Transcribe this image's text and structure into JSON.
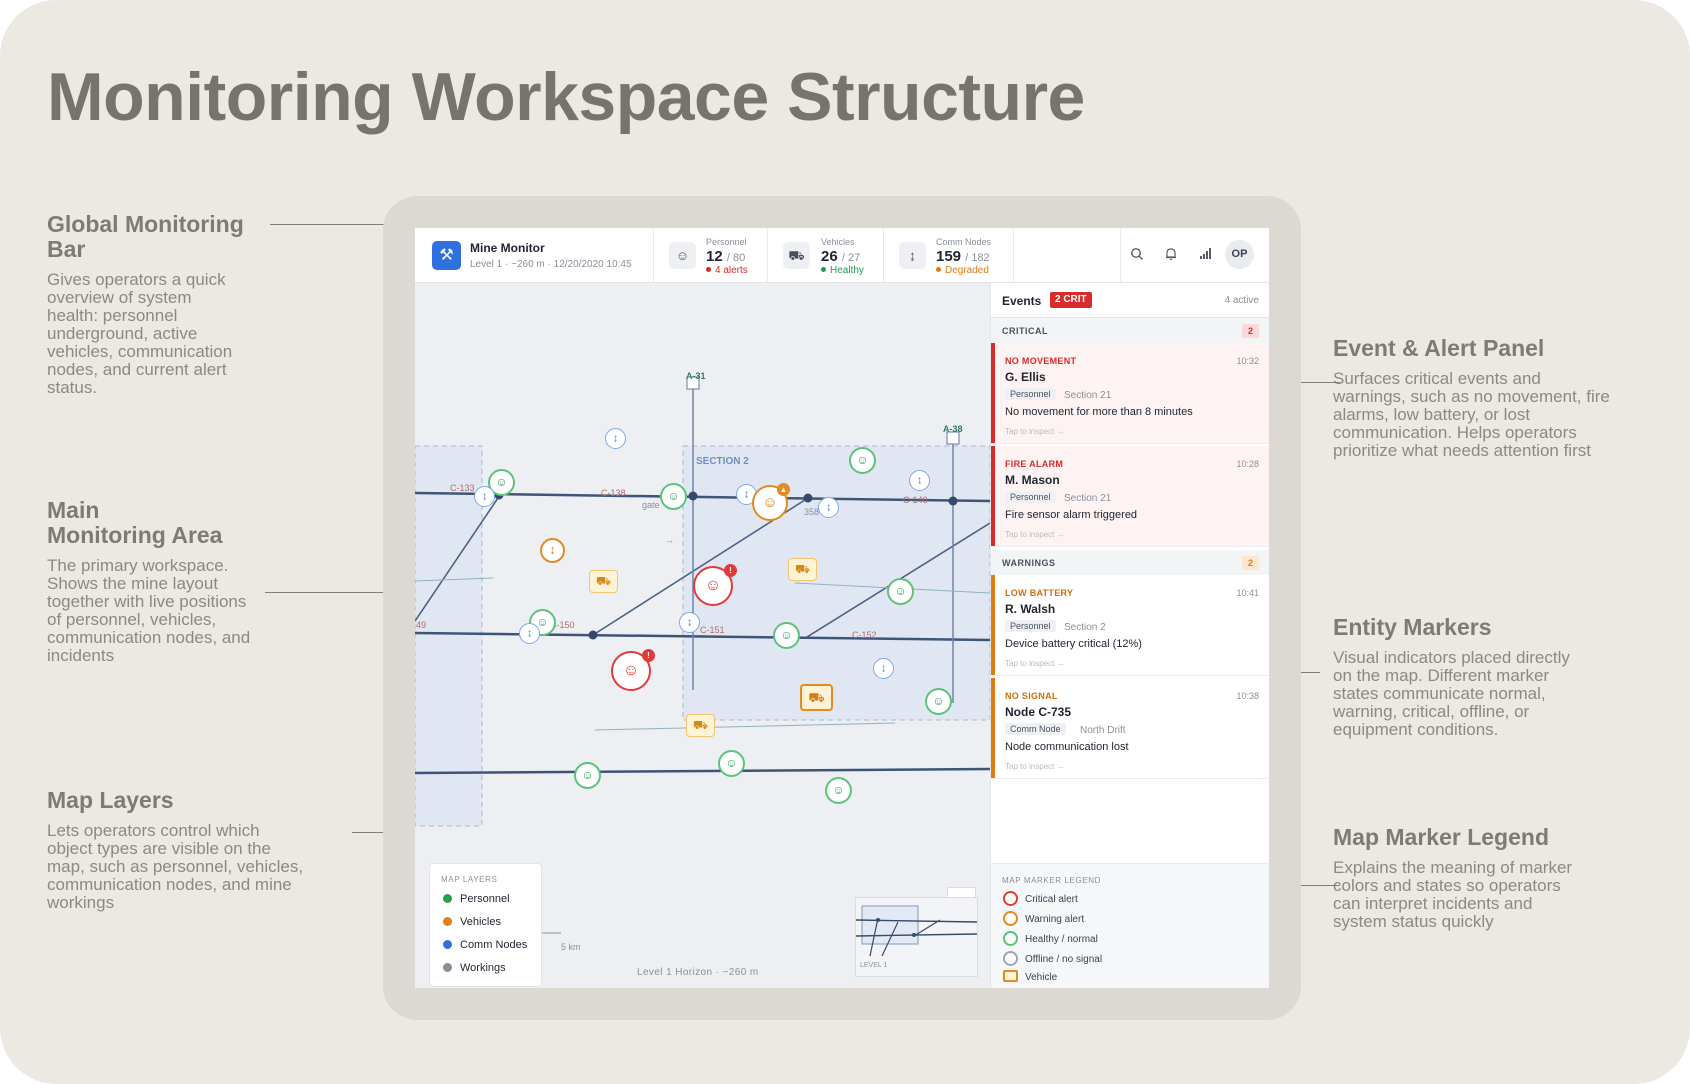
{
  "page_title": "Monitoring Workspace Structure",
  "annotations": {
    "global_bar": {
      "title_line1": "Global Monitoring",
      "title_line2": "Bar",
      "lines": [
        "Gives operators a quick",
        "overview of system",
        "health: personnel",
        "underground, active",
        "vehicles, communication",
        "nodes, and current alert",
        "status."
      ]
    },
    "main_area": {
      "title_line1": "Main",
      "title_line2": "Monitoring Area",
      "lines": [
        "The primary workspace.",
        "Shows the mine layout",
        "together with live positions",
        "of personnel, vehicles,",
        "communication nodes, and",
        "incidents"
      ]
    },
    "map_layers": {
      "title": "Map Layers",
      "lines": [
        "Lets operators control which",
        "object types are visible on the",
        "map, such as personnel, vehicles,",
        "communication nodes, and mine",
        "workings"
      ]
    },
    "event_panel": {
      "title": "Event & Alert Panel",
      "lines": [
        "Surfaces critical events and",
        "warnings, such as no movement, fire",
        "alarms, low battery, or lost",
        "communication. Helps operators",
        "prioritize what needs attention first"
      ]
    },
    "entity_markers": {
      "title": "Entity Markers",
      "lines": [
        "Visual indicators placed directly",
        "on the map. Different marker",
        "states communicate normal,",
        "warning, critical, offline, or",
        "equipment conditions."
      ]
    },
    "marker_legend": {
      "title": "Map Marker Legend",
      "lines": [
        "Explains the meaning of marker",
        "colors and states so operators",
        "can interpret incidents and",
        "system status quickly"
      ]
    }
  },
  "header": {
    "app_name": "Mine Monitor",
    "app_sub": "Level 1 · −260 m · 12/20/2020 10:45",
    "personnel": {
      "label": "Personnel",
      "value": "12",
      "of": "/ 80",
      "status": "4 alerts",
      "color": "#d92b2b"
    },
    "vehicles": {
      "label": "Vehicles",
      "value": "26",
      "of": "/ 27",
      "status": "Healthy",
      "color": "#1f9d55"
    },
    "comm_nodes": {
      "label": "Comm Nodes",
      "value": "159",
      "of": "/ 182",
      "status": "Degraded",
      "color": "#e07b12"
    },
    "user_initials": "OP"
  },
  "map": {
    "section_label": "SECTION 2",
    "shafts": [
      "A-31",
      "A-38"
    ],
    "tunnel_labels": [
      "C-133",
      "C-138",
      "C-140",
      "C-150",
      "C-151",
      "C-152",
      "49",
      "358"
    ],
    "gate_label": "gate",
    "scale_label": "5 km",
    "horizon_label": "Level 1 Horizon · −260 m",
    "minimap_label": "LEVEL 1",
    "layers": {
      "header": "MAP LAYERS",
      "items": [
        {
          "label": "Personnel",
          "color": "#22a24a"
        },
        {
          "label": "Vehicles",
          "color": "#e0821a"
        },
        {
          "label": "Comm Nodes",
          "color": "#2f6fe0"
        },
        {
          "label": "Workings",
          "color": "#8a8f99"
        }
      ]
    }
  },
  "events": {
    "title": "Events",
    "crit_badge": "2 CRIT",
    "active": "4 active",
    "critical_group": {
      "label": "CRITICAL",
      "count": "2"
    },
    "warnings_group": {
      "label": "WARNINGS",
      "count": "2"
    },
    "cards": [
      {
        "kind": "NO MOVEMENT",
        "time": "10:32",
        "name": "G. Ellis",
        "tag": "Personnel",
        "location": "Section 21",
        "desc": "No movement for more than 8 minutes",
        "cta": "Tap to inspect →"
      },
      {
        "kind": "FIRE ALARM",
        "time": "10:28",
        "name": "M. Mason",
        "tag": "Personnel",
        "location": "Section 21",
        "desc": "Fire sensor alarm triggered",
        "cta": "Tap to inspect →"
      },
      {
        "kind": "LOW BATTERY",
        "time": "10:41",
        "name": "R. Walsh",
        "tag": "Personnel",
        "location": "Section 2",
        "desc": "Device battery critical (12%)",
        "cta": "Tap to inspect →"
      },
      {
        "kind": "NO SIGNAL",
        "time": "10:38",
        "name": "Node C-735",
        "tag": "Comm Node",
        "location": "North Drift",
        "desc": "Node communication lost",
        "cta": "Tap to inspect →"
      }
    ],
    "legend": {
      "header": "MAP MARKER LEGEND",
      "items": [
        {
          "label": "Critical alert",
          "color": "#e03a3a"
        },
        {
          "label": "Warning alert",
          "color": "#e38b21"
        },
        {
          "label": "Healthy / normal",
          "color": "#5cc27a"
        },
        {
          "label": "Offline / no signal",
          "color": "#a0a5ae"
        },
        {
          "label": "Vehicle",
          "color": "#e38b21"
        }
      ]
    }
  },
  "colors": {
    "critical": "#d92b2b",
    "warning": "#e07b12",
    "healthy": "#1f9d55",
    "accent": "#2f6fe0"
  }
}
